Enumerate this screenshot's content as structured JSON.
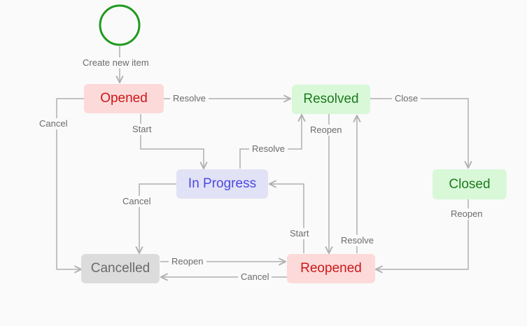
{
  "diagram": {
    "start_label": "Create new item",
    "states": {
      "opened": {
        "label": "Opened",
        "bg": "#fddada",
        "fg": "#cc1818"
      },
      "resolved": {
        "label": "Resolved",
        "bg": "#d8f8d8",
        "fg": "#1e7a1e"
      },
      "in_progress": {
        "label": "In Progress",
        "bg": "#e2e2f6",
        "fg": "#4a4ae0"
      },
      "closed": {
        "label": "Closed",
        "bg": "#d8f8d8",
        "fg": "#1e7a1e"
      },
      "cancelled": {
        "label": "Cancelled",
        "bg": "#dcdcdc",
        "fg": "#6a6a6a"
      },
      "reopened": {
        "label": "Reopened",
        "bg": "#fddada",
        "fg": "#cc1818"
      }
    },
    "transitions": {
      "opened_resolve": "Resolve",
      "opened_start": "Start",
      "opened_cancel": "Cancel",
      "resolved_close": "Close",
      "resolved_reopen": "Reopen",
      "inprogress_resolve": "Resolve",
      "inprogress_cancel": "Cancel",
      "closed_reopen": "Reopen",
      "cancelled_reopen": "Reopen",
      "reopened_cancel": "Cancel",
      "reopened_start": "Start",
      "reopened_resolve": "Resolve"
    },
    "colors": {
      "start_circle": "#1f9a1f",
      "edge": "#b0b0b0",
      "edge_text": "#6b6b6b"
    }
  }
}
